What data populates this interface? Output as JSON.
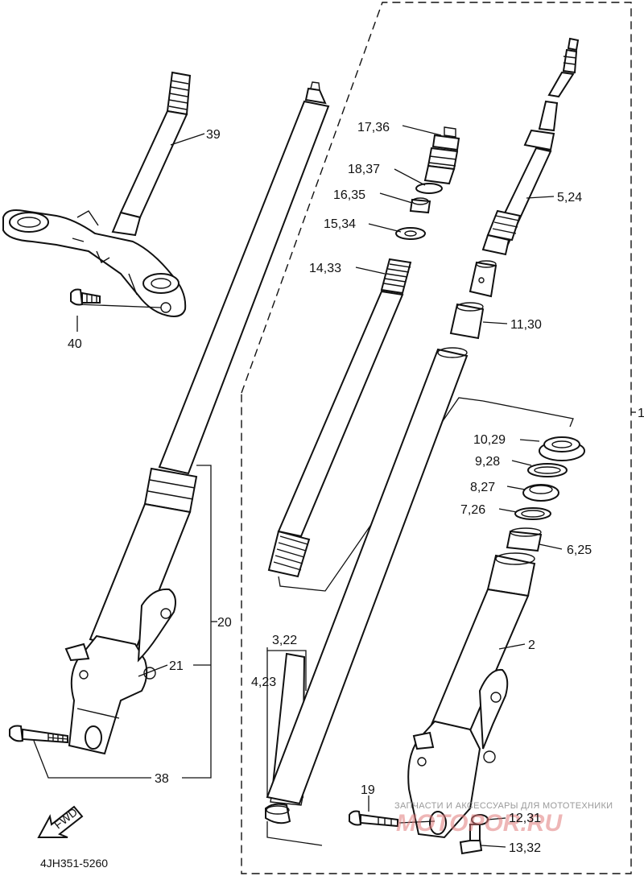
{
  "diagram": {
    "labels": {
      "l1": "1",
      "l2": "2",
      "l3_22": "3,22",
      "l4_23": "4,23",
      "l5_24": "5,24",
      "l6_25": "6,25",
      "l7_26": "7,26",
      "l8_27": "8,27",
      "l9_28": "9,28",
      "l10_29": "10,29",
      "l11_30": "11,30",
      "l12_31": "12,31",
      "l13_32": "13,32",
      "l14_33": "14,33",
      "l15_34": "15,34",
      "l16_35": "16,35",
      "l17_36": "17,36",
      "l18_37": "18,37",
      "l19": "19",
      "l20": "20",
      "l21": "21",
      "l38": "38",
      "l39": "39",
      "l40": "40"
    },
    "fwd": "FWD",
    "drawing_code": "4JH351-5260",
    "watermark_text": "ЗАПЧАСТИ И АКСЕССУАРЫ ДЛЯ МОТОТЕХНИКИ",
    "watermark_logo": "MOTOPOR.RU"
  }
}
